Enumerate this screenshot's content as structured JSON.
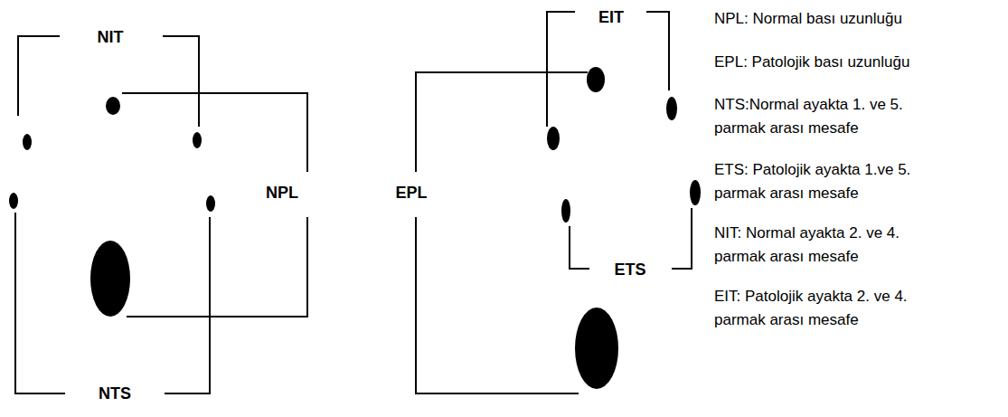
{
  "diagram": {
    "labels": [
      "NIT",
      "NPL",
      "NTS",
      "EIT",
      "EPL",
      "ETS",
      "NPL: Normal bası uzunluğu",
      "EPL: Patolojik bası uzunluğu",
      "NTS:Normal ayakta 1. ve 5. parmak arası mesafe",
      "ETS: Patolojik ayakta 1.ve 5. parmak arası mesafe",
      "NIT: Normal ayakta 2. ve 4. parmak arası mesafe",
      "EIT: Patolojik ayakta 2. ve 4. parmak arası mesafe"
    ]
  }
}
